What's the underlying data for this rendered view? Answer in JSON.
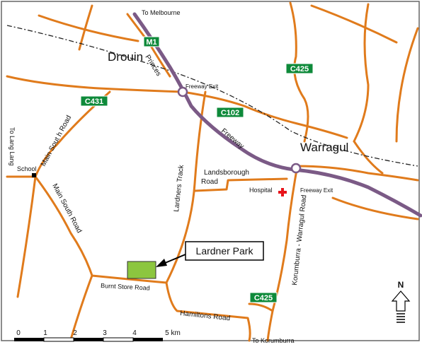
{
  "map": {
    "towns": {
      "drouin": "Drouin",
      "warragul": "Warragul"
    },
    "destinations": {
      "melbourne": "To Melbourne",
      "lang_lang": "To Lang Lang",
      "korumburra": "To Korumburra"
    },
    "route_shields": {
      "m1": "M1",
      "c425_north": "C425",
      "c431": "C431",
      "c102": "C102",
      "c425_south": "C425"
    },
    "roads": {
      "princes": "Princes",
      "freeway": "Freeway",
      "main_south_road_north": "Main Sout h Road",
      "main_south_road_south": "Main South Road",
      "lardners_track": "Lardners Track",
      "landsborough_road_1": "Landsborough",
      "landsborough_road_2": "Road",
      "korumburra_warragul_road": "Korumburra - Warragul Road",
      "burnt_store_road": "Burnt Store Road",
      "hamiltons_road": "Hamiltons Road"
    },
    "places": {
      "freeway_exit_west": "Freeway Exit",
      "freeway_exit_east": "Freeway Exit",
      "hospital": "Hospital",
      "school": "School"
    },
    "callout": {
      "label": "Lardner Park"
    },
    "north_arrow": {
      "label": "N"
    },
    "scale_bar": {
      "ticks": [
        "0",
        "1",
        "2",
        "3",
        "4",
        "5 km"
      ]
    },
    "colors": {
      "road": "#e07b1c",
      "freeway": "#7b5a86",
      "shield": "#0e8a3a",
      "park": "#8cc63f",
      "hospital": "#e8141b",
      "railway": "#222222"
    }
  }
}
